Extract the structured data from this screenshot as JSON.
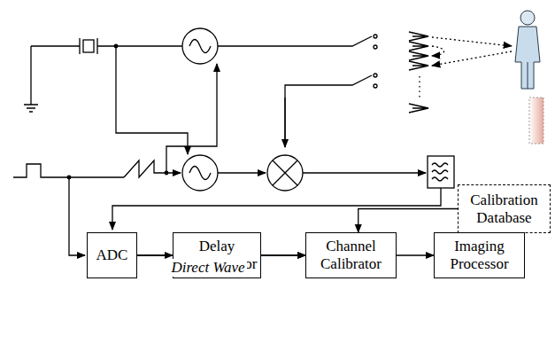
{
  "diagram": {
    "nodes": [
      {
        "text": [
          "Calibration Database"
        ]
      },
      {
        "text": [
          "ADC"
        ]
      },
      {
        "text": [
          "Delay Compensator"
        ]
      },
      {
        "text": [
          "Channel Calibrator"
        ]
      },
      {
        "text": [
          "Imaging Processor"
        ]
      }
    ],
    "edges": [
      {
        "from": 1,
        "to": 2,
        "arrow": "to"
      },
      {
        "from": 2,
        "to": 3,
        "arrow": "to"
      },
      {
        "from": 3,
        "to": 4,
        "arrow": "to"
      },
      {
        "from": 0,
        "to": 3,
        "arrow": "to"
      },
      {
        "from": 1,
        "to": 3,
        "label": "Direct Wave",
        "arrow": "to"
      }
    ]
  }
}
